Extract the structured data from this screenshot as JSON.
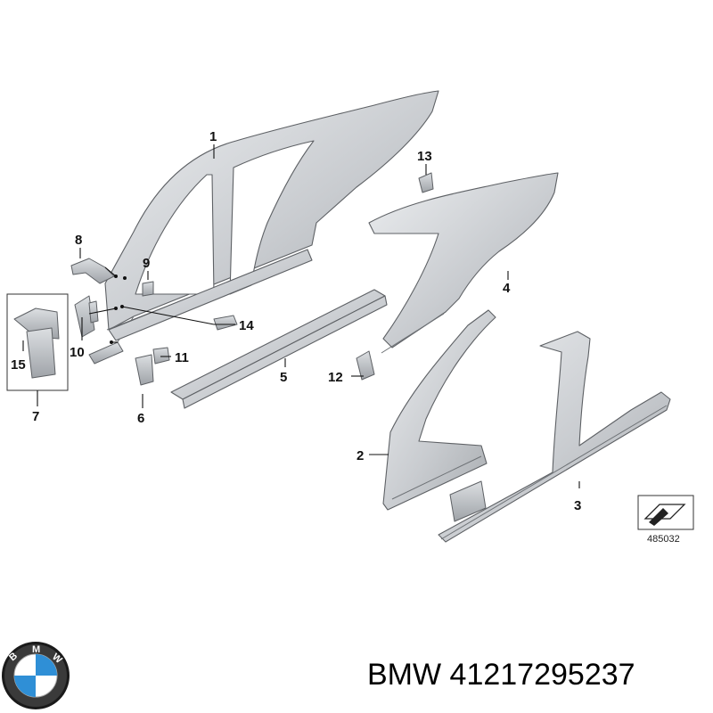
{
  "callouts": [
    {
      "id": "1",
      "label": "1"
    },
    {
      "id": "2",
      "label": "2"
    },
    {
      "id": "3",
      "label": "3"
    },
    {
      "id": "4",
      "label": "4"
    },
    {
      "id": "5",
      "label": "5"
    },
    {
      "id": "6",
      "label": "6"
    },
    {
      "id": "7",
      "label": "7"
    },
    {
      "id": "8",
      "label": "8"
    },
    {
      "id": "9",
      "label": "9"
    },
    {
      "id": "10",
      "label": "10"
    },
    {
      "id": "11",
      "label": "11"
    },
    {
      "id": "12",
      "label": "12"
    },
    {
      "id": "13",
      "label": "13"
    },
    {
      "id": "14",
      "label": "14"
    },
    {
      "id": "15",
      "label": "15"
    }
  ],
  "diagram_ref": "485032",
  "footer": {
    "brand": "BMW",
    "part_number": "41217295237",
    "logo_letters": "BMW"
  },
  "colors": {
    "metal_light": "#e4e6e8",
    "metal_dark": "#a9adb1",
    "outline": "#5e6165",
    "logo_blue": "#2f8fd6",
    "logo_ring": "#111111"
  }
}
